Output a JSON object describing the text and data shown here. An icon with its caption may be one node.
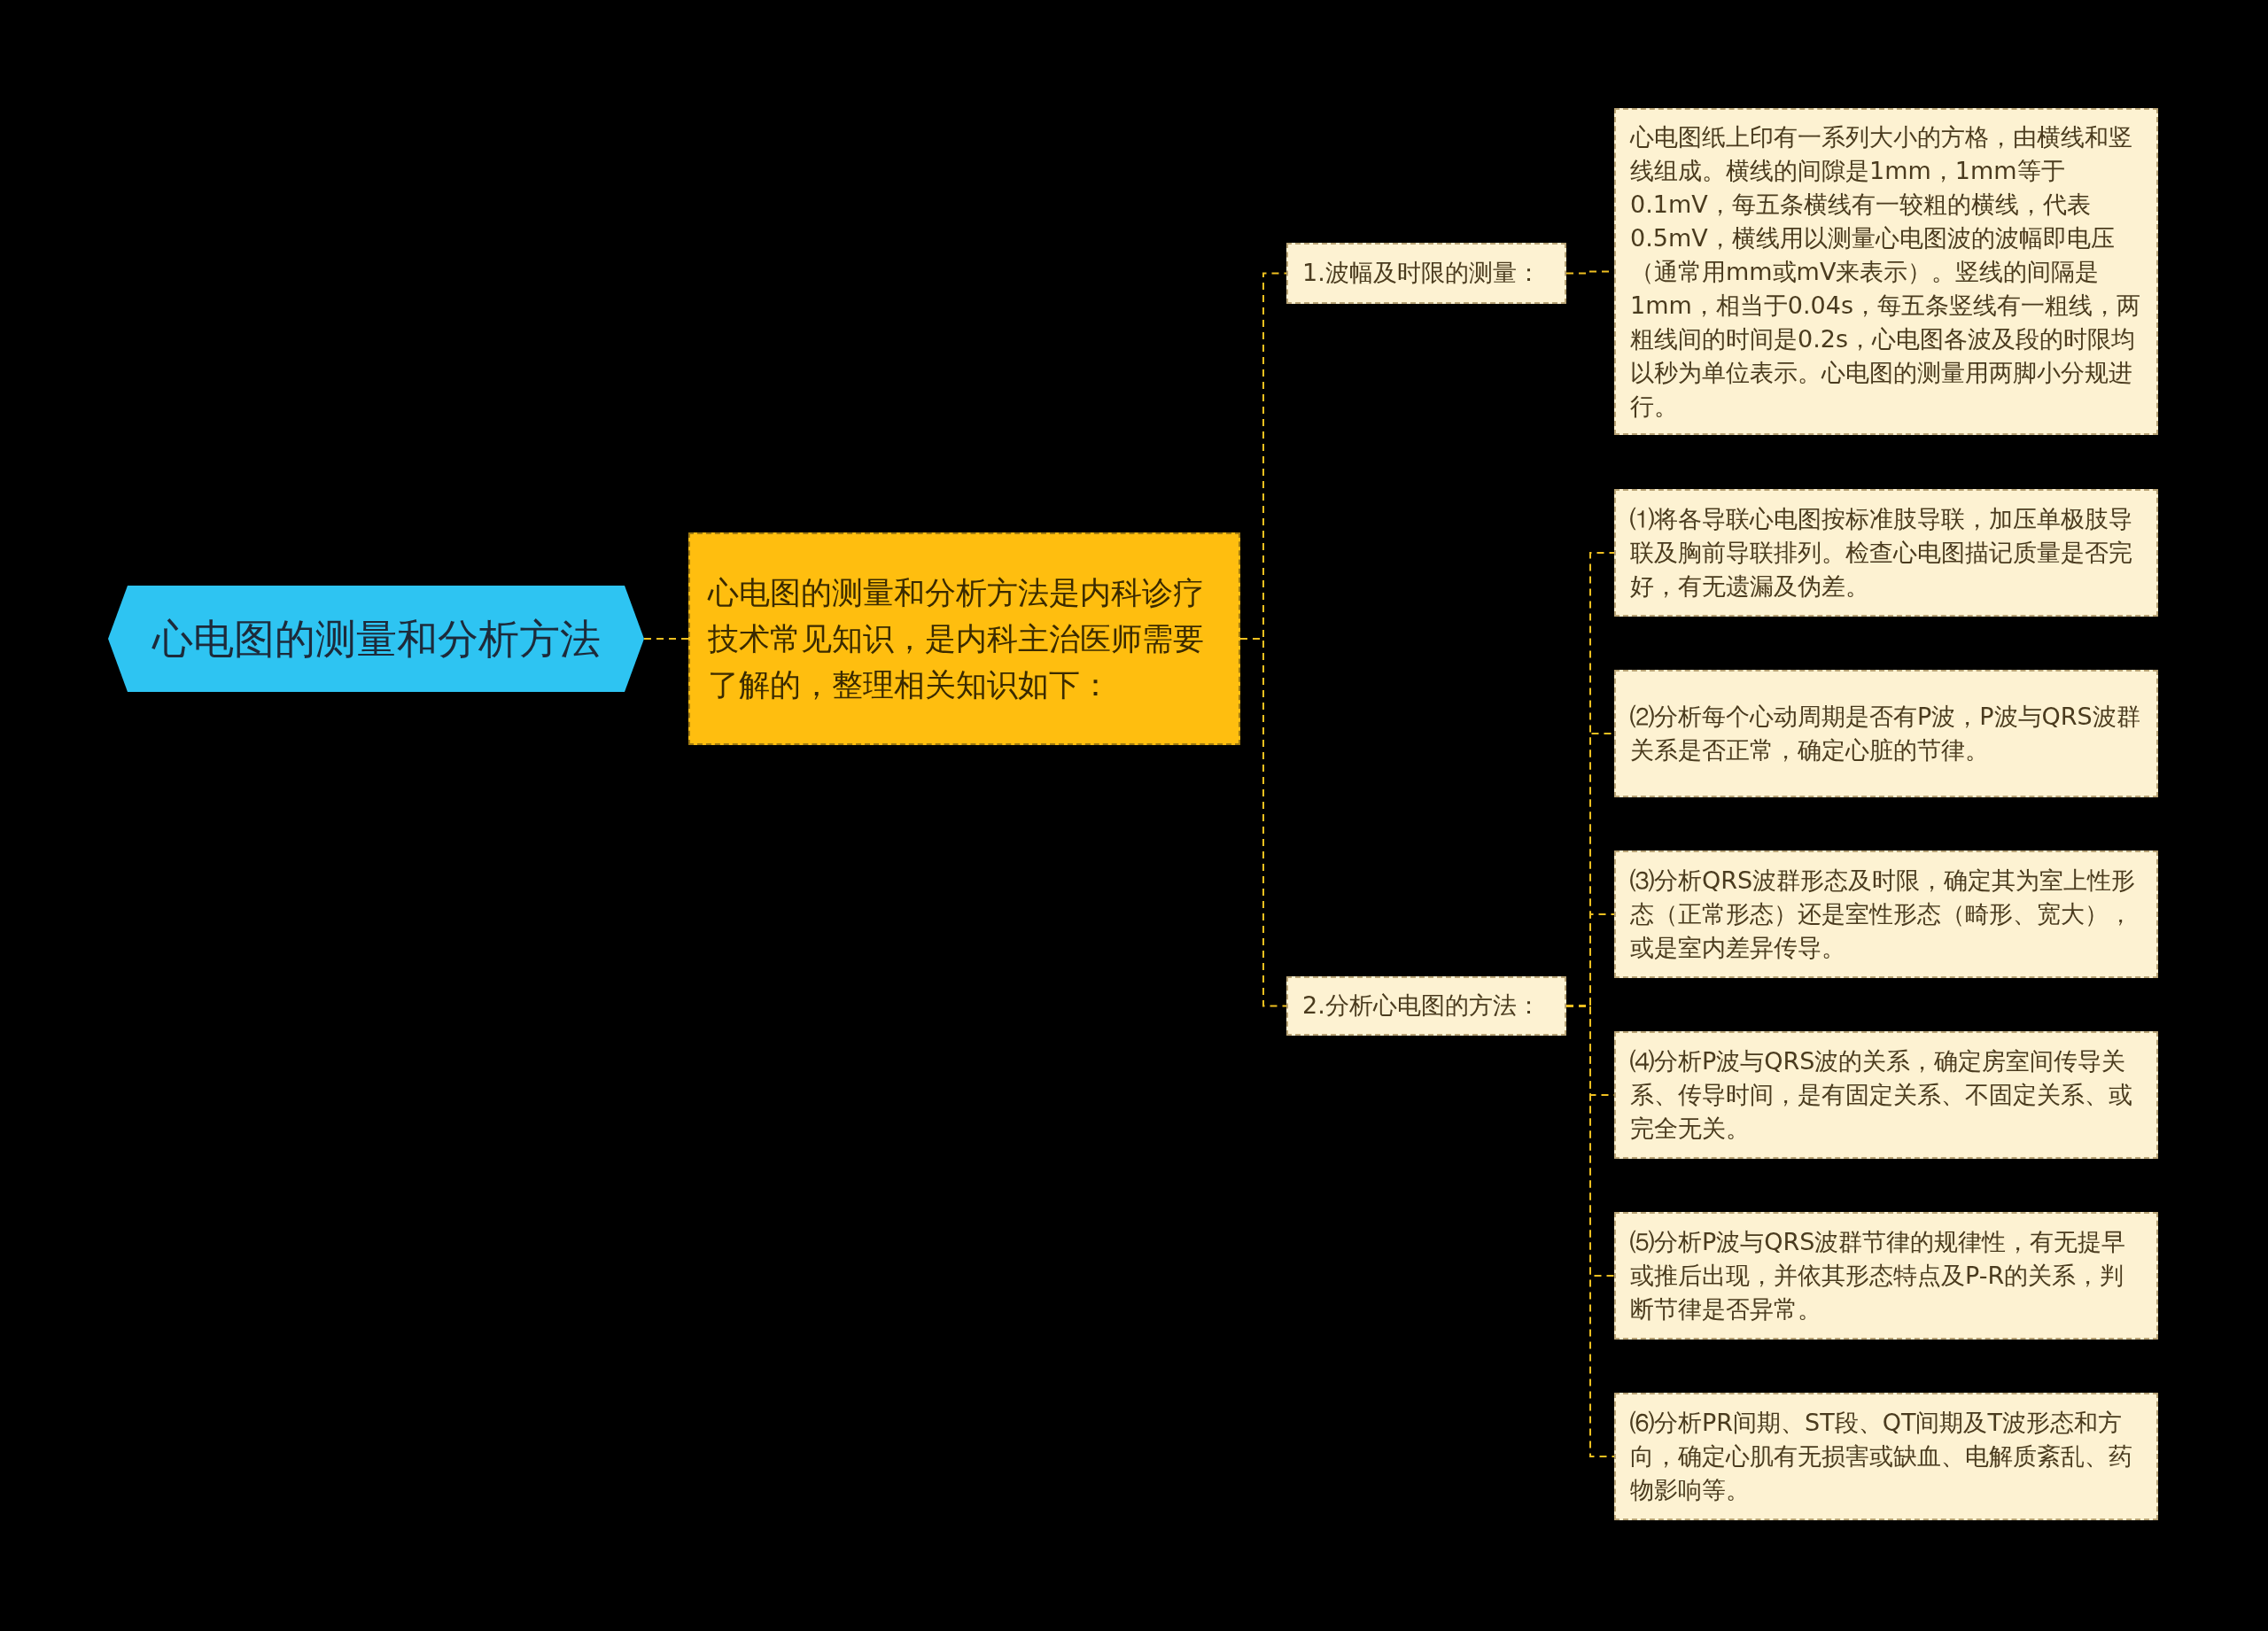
{
  "diagram": {
    "nodes": [
      {
        "text": [
          "心电图的测量和分析方法"
        ]
      },
      {
        "text": [
          "心电图的测量和分析方法是内科诊疗技术常见知识，是内科主治医师需要了解的，整理相关知识如下："
        ]
      },
      {
        "text": [
          "1.波幅及时限的测量："
        ]
      },
      {
        "text": [
          "2.分析心电图的方法："
        ]
      },
      {
        "text": [
          "心电图纸上印有一系列大小的方格，由横线和竖线组成。横线的间隙是1mm，1mm等于0.1mV，每五条横线有一较粗的横线，代表0.5mV，横线用以测量心电图波的波幅即电压（通常用mm或mV来表示）。竖线的间隔是1mm，相当于0.04s，每五条竖线有一粗线，两粗线间的时间是0.2s，心电图各波及段的时限均以秒为单位表示。心电图的测量用两脚小分规进行。"
        ]
      },
      {
        "text": [
          "⑴将各导联心电图按标准肢导联，加压单极肢导联及胸前导联排列。检查心电图描记质量是否完好，有无遗漏及伪差。"
        ]
      },
      {
        "text": [
          "⑵分析每个心动周期是否有P波，P波与QRS波群关系是否正常，确定心脏的节律。"
        ]
      },
      {
        "text": [
          "⑶分析QRS波群形态及时限，确定其为室上性形态（正常形态）还是室性形态（畸形、宽大），或是室内差异传导。"
        ]
      },
      {
        "text": [
          "⑷分析P波与QRS波的关系，确定房室间传导关系、传导时间，是有固定关系、不固定关系、或完全无关。"
        ]
      },
      {
        "text": [
          "⑸分析P波与QRS波群节律的规律性，有无提早或推后出现，并依其形态特点及P-R的关系，判断节律是否异常。"
        ]
      },
      {
        "text": [
          "⑹分析PR间期、ST段、QT间期及T波形态和方向，确定心肌有无损害或缺血、电解质紊乱、药物影响等。"
        ]
      }
    ],
    "edges": [
      {
        "from": 0,
        "to": 1,
        "arrow": "none"
      },
      {
        "from": 1,
        "to": 2,
        "arrow": "none"
      },
      {
        "from": 1,
        "to": 3,
        "arrow": "none"
      },
      {
        "from": 2,
        "to": 4,
        "arrow": "none"
      },
      {
        "from": 3,
        "to": 5,
        "arrow": "none"
      },
      {
        "from": 3,
        "to": 6,
        "arrow": "none"
      },
      {
        "from": 3,
        "to": 7,
        "arrow": "none"
      },
      {
        "from": 3,
        "to": 8,
        "arrow": "none"
      },
      {
        "from": 3,
        "to": 9,
        "arrow": "none"
      },
      {
        "from": 3,
        "to": 10,
        "arrow": "none"
      }
    ]
  }
}
